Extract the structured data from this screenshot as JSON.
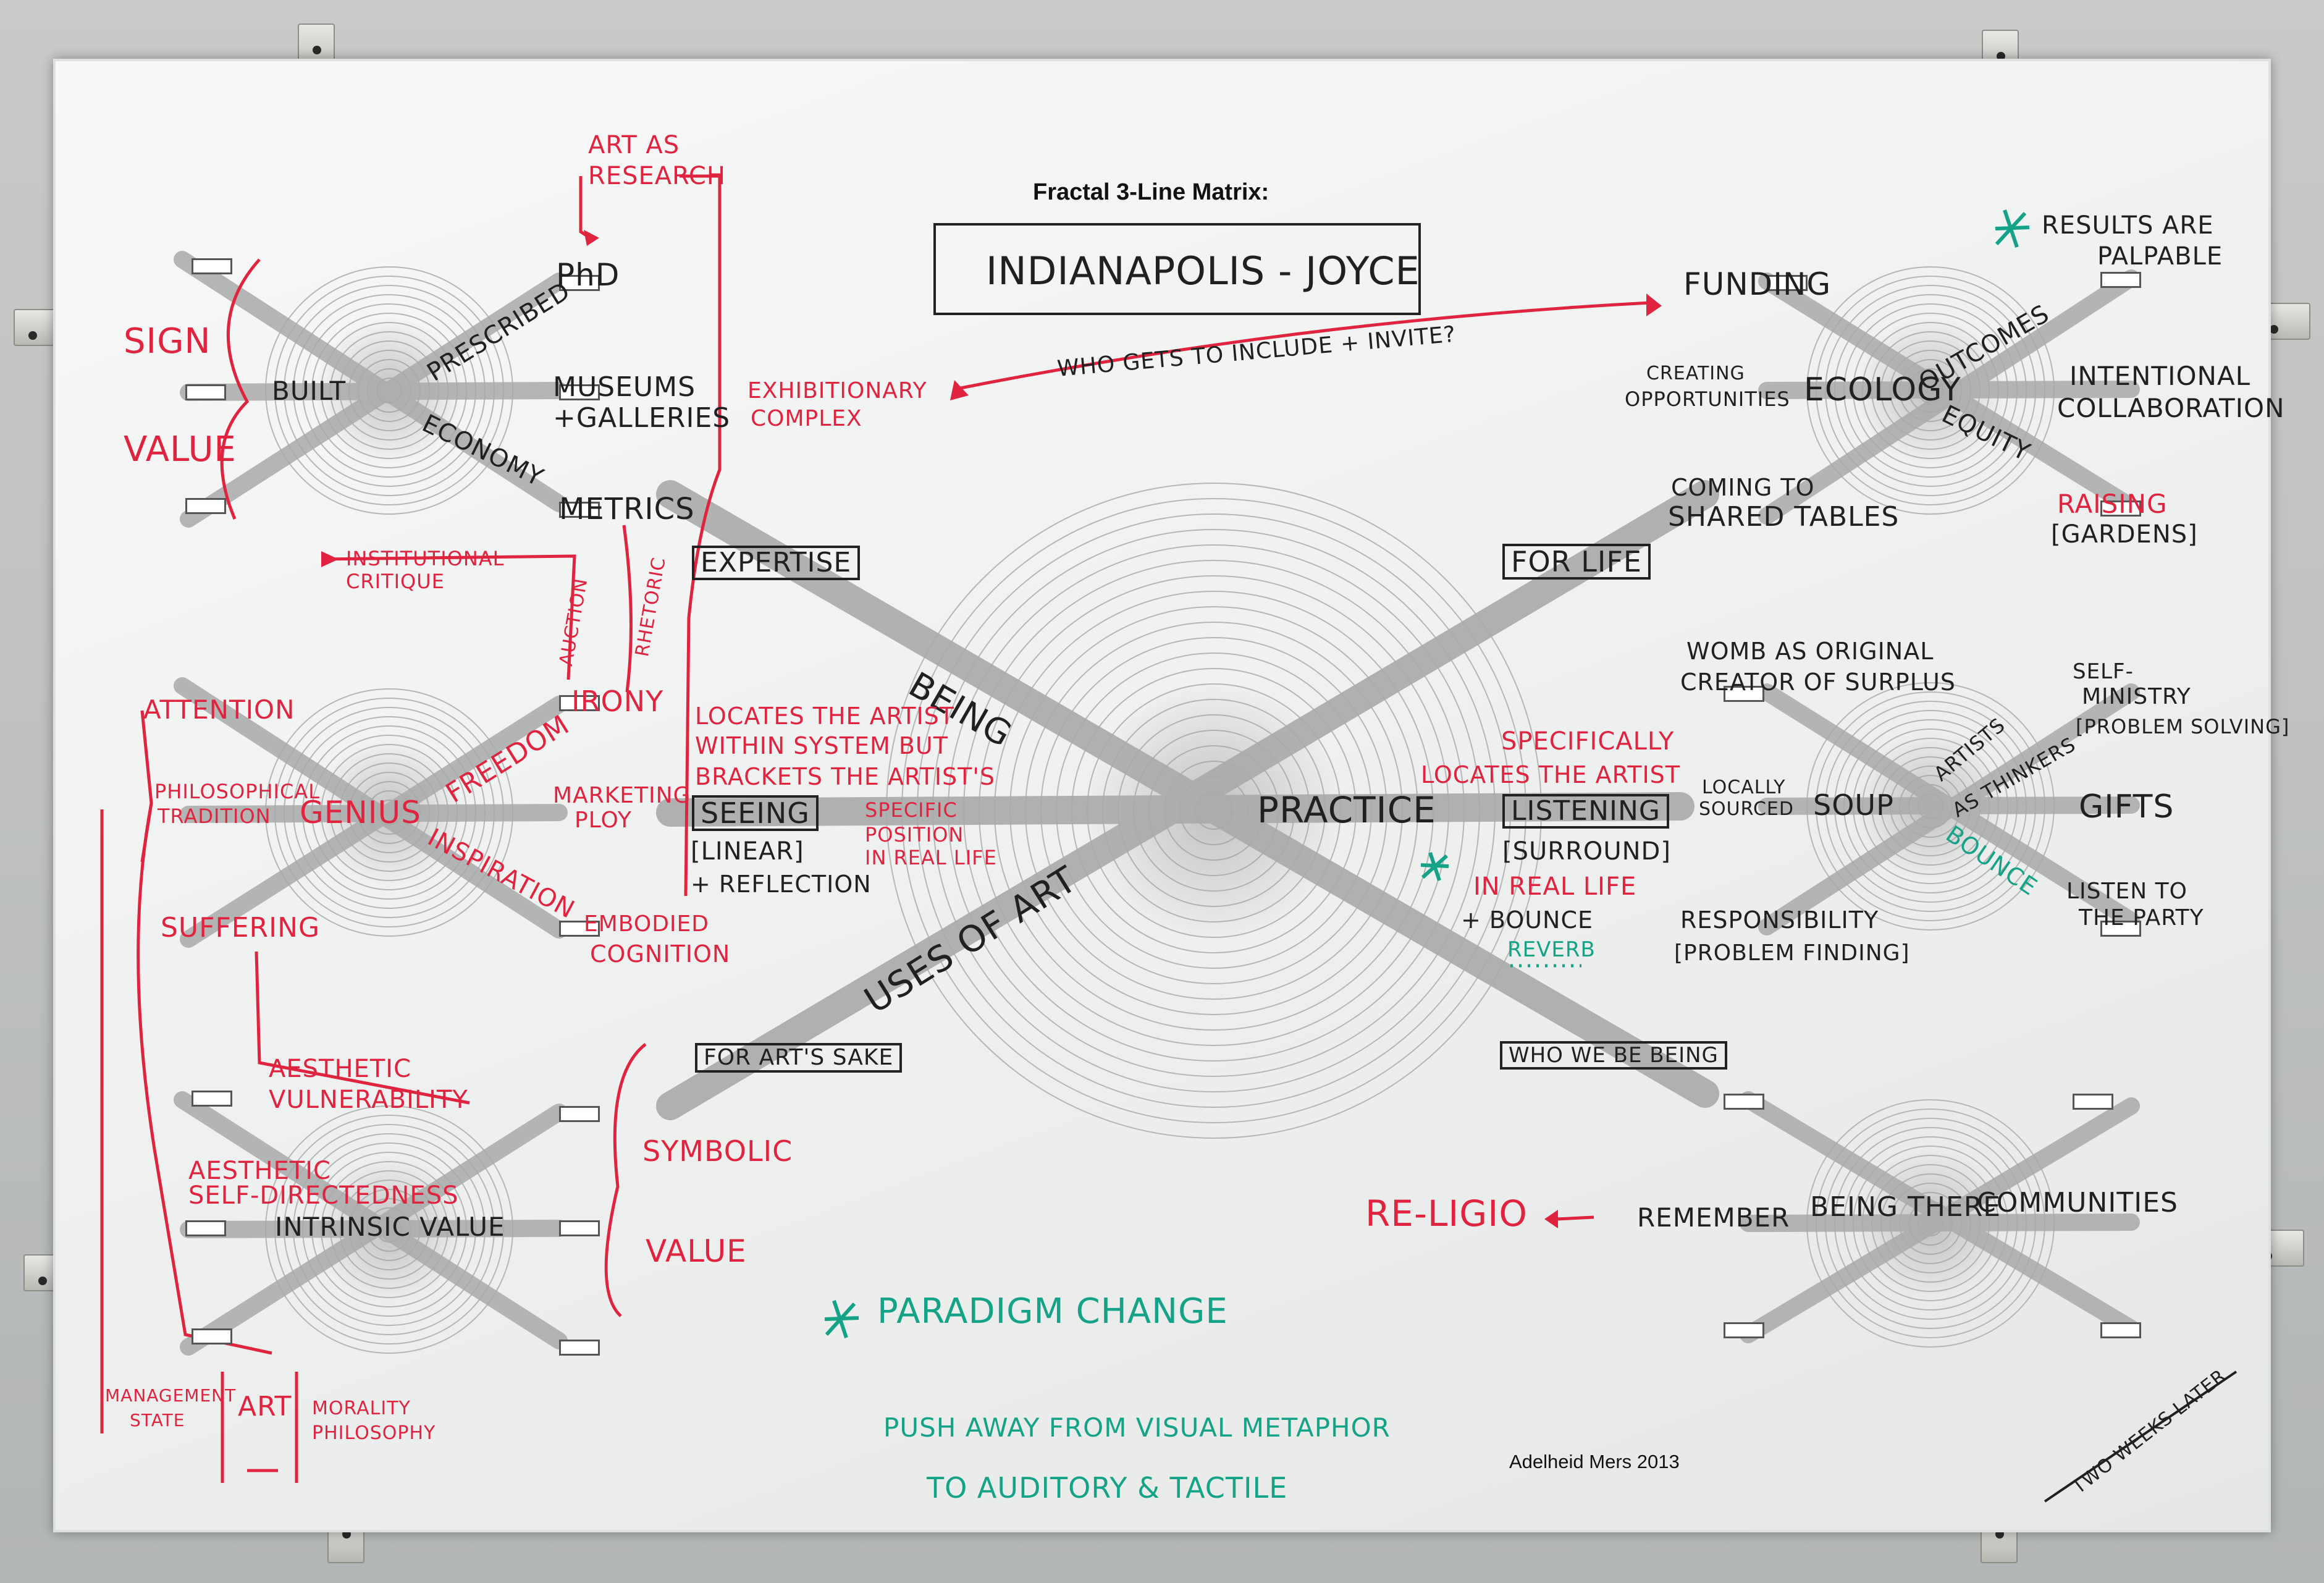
{
  "printed": {
    "heading": "Fractal 3-Line Matrix:",
    "credit": "Adelheid Mers 2013",
    "center_left_box_top": "EXPERTISE",
    "center_right_box_top": "FOR LIFE",
    "center_left_box_mid": "SEEING",
    "center_right_box_mid": "LISTENING",
    "center_left_box_bottom": "FOR ART'S SAKE",
    "center_right_box_bottom": "WHO WE BE BEING"
  },
  "title_box": "INDIANAPOLIS - JOYCE",
  "center": {
    "being": "BEING",
    "practice": "PRACTICE",
    "uses_of_art": "USES OF ART",
    "linear": "[LINEAR]",
    "reflection": "+ REFLECTION",
    "surround": "[SURROUND]",
    "bounce": "+ BOUNCE",
    "reverb": "REVERB"
  },
  "top_left": {
    "built": "BUILT",
    "phd": "PhD",
    "prescribed": "PRESCRIBED",
    "museums": "MUSEUMS",
    "galleries": "+GALLERIES",
    "economy": "ECONOMY",
    "metrics": "METRICS",
    "sign": "SIGN",
    "value": "VALUE",
    "art_as": "ART AS",
    "research": "RESEARCH",
    "exhibitionary": "EXHIBITIONARY",
    "complex": "COMPLEX"
  },
  "middle_left": {
    "attention": "ATTENTION",
    "philosophical": "PHILOSOPHICAL",
    "tradition": "TRADITION",
    "genius": "GENIUS",
    "suffering": "SUFFERING",
    "freedom": "FREEDOM",
    "inspiration": "INSPIRATION",
    "irony": "IRONY",
    "marketing": "MARKETING",
    "ploy": "PLOY",
    "embodied": "EMBODIED",
    "cognition": "COGNITION",
    "institutional": "INSTITUTIONAL",
    "critique": "CRITIQUE",
    "auction": "AUCTION",
    "rhetoric": "RHETORIC",
    "locates1": "LOCATES THE ARTIST",
    "locates2": "WITHIN SYSTEM BUT",
    "locates3": "BRACKETS THE ARTIST'S",
    "specific": "SPECIFIC",
    "position": "POSITION",
    "in_real_life": "IN REAL LIFE"
  },
  "bottom_left": {
    "aesthetic_vuln1": "AESTHETIC",
    "aesthetic_vuln2": "VULNERABILITY",
    "aesthetic_self1": "AESTHETIC",
    "aesthetic_self2": "SELF-DIRECTEDNESS",
    "intrinsic": "INTRINSIC VALUE",
    "symbolic": "SYMBOLIC",
    "value": "VALUE",
    "management": "MANAGEMENT",
    "state": "STATE",
    "art": "ART",
    "morality": "MORALITY",
    "philosophy": "PHILOSOPHY"
  },
  "top_right": {
    "funding": "FUNDING",
    "creating": "CREATING",
    "opportunities": "OPPORTUNITIES",
    "ecology": "ECOLOGY",
    "outcomes": "OUTCOMES",
    "equity": "EQUITY",
    "intentional": "INTENTIONAL",
    "collaboration": "COLLABORATION",
    "coming_to": "COMING TO",
    "shared_tables": "SHARED TABLES",
    "raising": "RAISING",
    "gardens": "[GARDENS]",
    "results1": "RESULTS ARE",
    "results2": "PALPABLE",
    "who_gets": "WHO GETS TO INCLUDE + INVITE?"
  },
  "middle_right": {
    "womb1": "WOMB AS ORIGINAL",
    "womb2": "CREATOR OF SURPLUS",
    "specifically": "SPECIFICALLY",
    "locates": "LOCATES THE ARTIST",
    "in_real_life": "IN REAL LIFE",
    "locally": "LOCALLY",
    "sourced": "SOURCED",
    "soup": "SOUP",
    "artists": "ARTISTS",
    "as_thinkers": "AS THINKERS",
    "self": "SELF-",
    "ministry": "MINISTRY",
    "problem_solving": "[PROBLEM SOLVING]",
    "gifts": "GIFTS",
    "bounce": "BOUNCE",
    "listen1": "LISTEN TO",
    "listen2": "THE PARTY",
    "responsibility": "RESPONSIBILITY",
    "problem_finding": "[PROBLEM FINDING]"
  },
  "bottom_right": {
    "re_ligio": "RE-LIGIO",
    "remember": "REMEMBER",
    "being_there": "BEING THERE",
    "communities": "COMMUNITIES",
    "paradigm": "PARADIGM CHANGE",
    "push_away": "PUSH AWAY FROM VISUAL METAPHOR",
    "to_auditory": "TO AUDITORY & TACTILE",
    "two_weeks": "TWO WEEKS LATER"
  },
  "colors": {
    "red": "#e0243f",
    "black": "#202020",
    "green": "#14a387",
    "bar": "#a9aaaa"
  }
}
